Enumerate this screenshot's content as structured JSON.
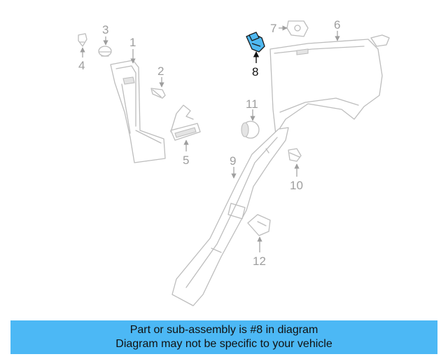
{
  "callouts": {
    "c1": "1",
    "c2": "2",
    "c3": "3",
    "c4": "4",
    "c5": "5",
    "c6": "6",
    "c7": "7",
    "c8": "8",
    "c9": "9",
    "c10": "10",
    "c11": "11",
    "c12": "12"
  },
  "highlight": {
    "part_number": "8",
    "color": "#4fb8f0"
  },
  "caption": {
    "line1": "Part or sub-assembly is #8 in diagram",
    "line2": "Diagram may not be specific to your vehicle",
    "background": "#4cb8f5"
  }
}
